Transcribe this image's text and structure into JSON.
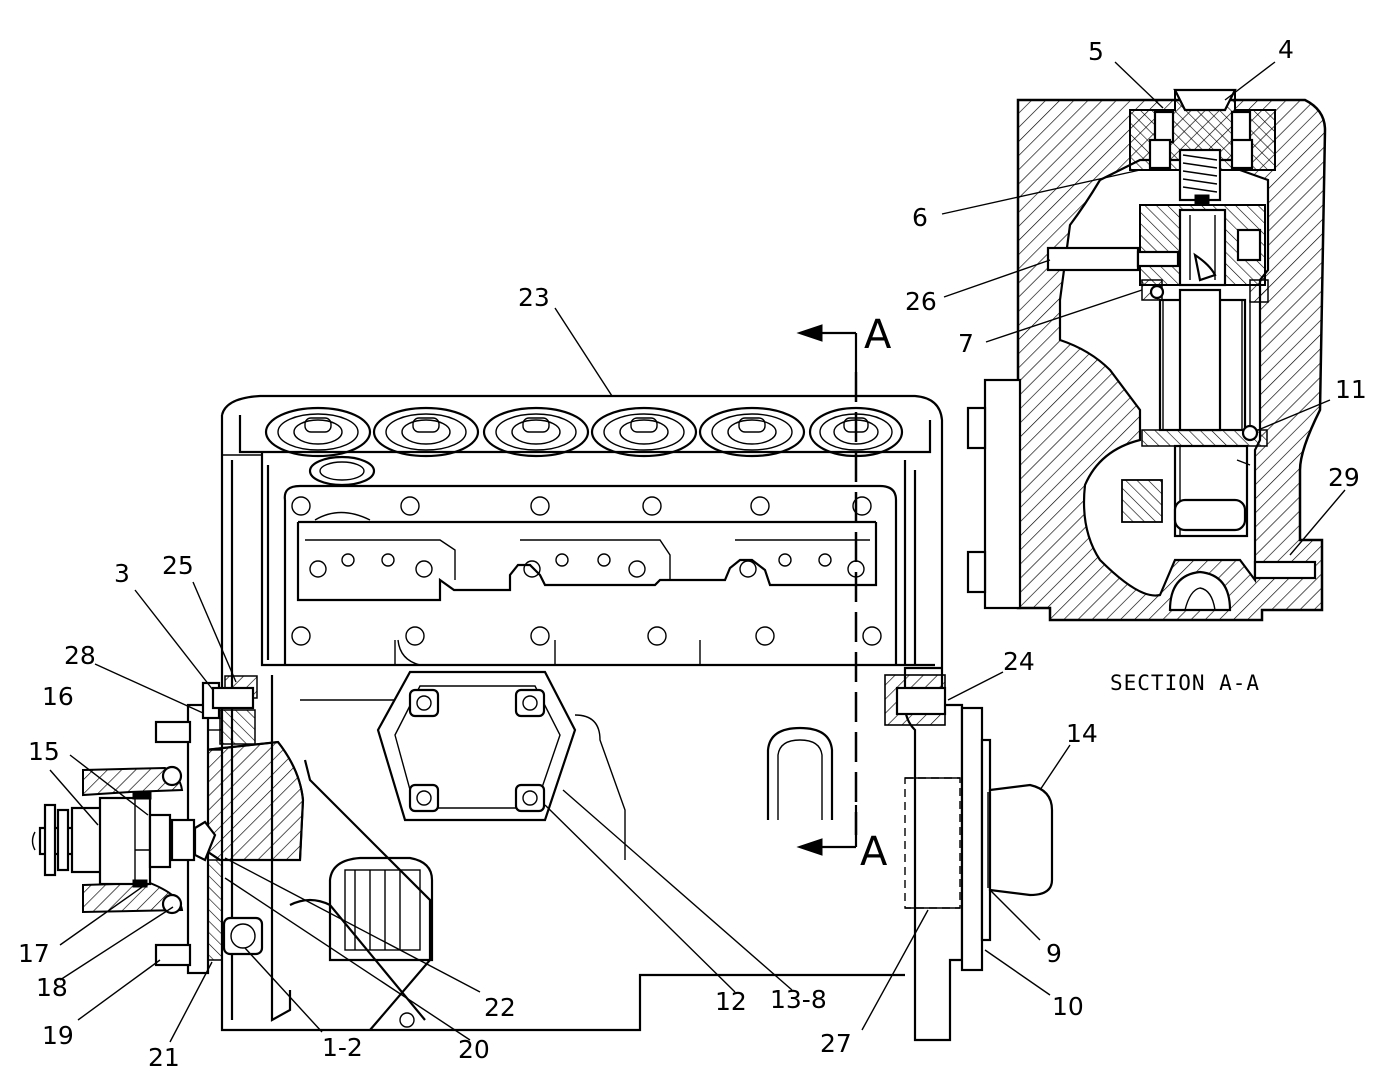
{
  "section_title": "SECTION A-A",
  "section_marks": [
    "A",
    "A"
  ],
  "callouts": {
    "c1": "1-2",
    "c3": "3",
    "c4": "4",
    "c5": "5",
    "c6": "6",
    "c7": "7",
    "c9": "9",
    "c10": "10",
    "c11": "11",
    "c12": "12",
    "c13": "13-8",
    "c14": "14",
    "c15": "15",
    "c16": "16",
    "c17": "17",
    "c18": "18",
    "c19": "19",
    "c20": "20",
    "c21": "21",
    "c22": "22",
    "c23": "23",
    "c24": "24",
    "c25": "25",
    "c26": "26",
    "c27": "27",
    "c28": "28",
    "c29": "29"
  }
}
